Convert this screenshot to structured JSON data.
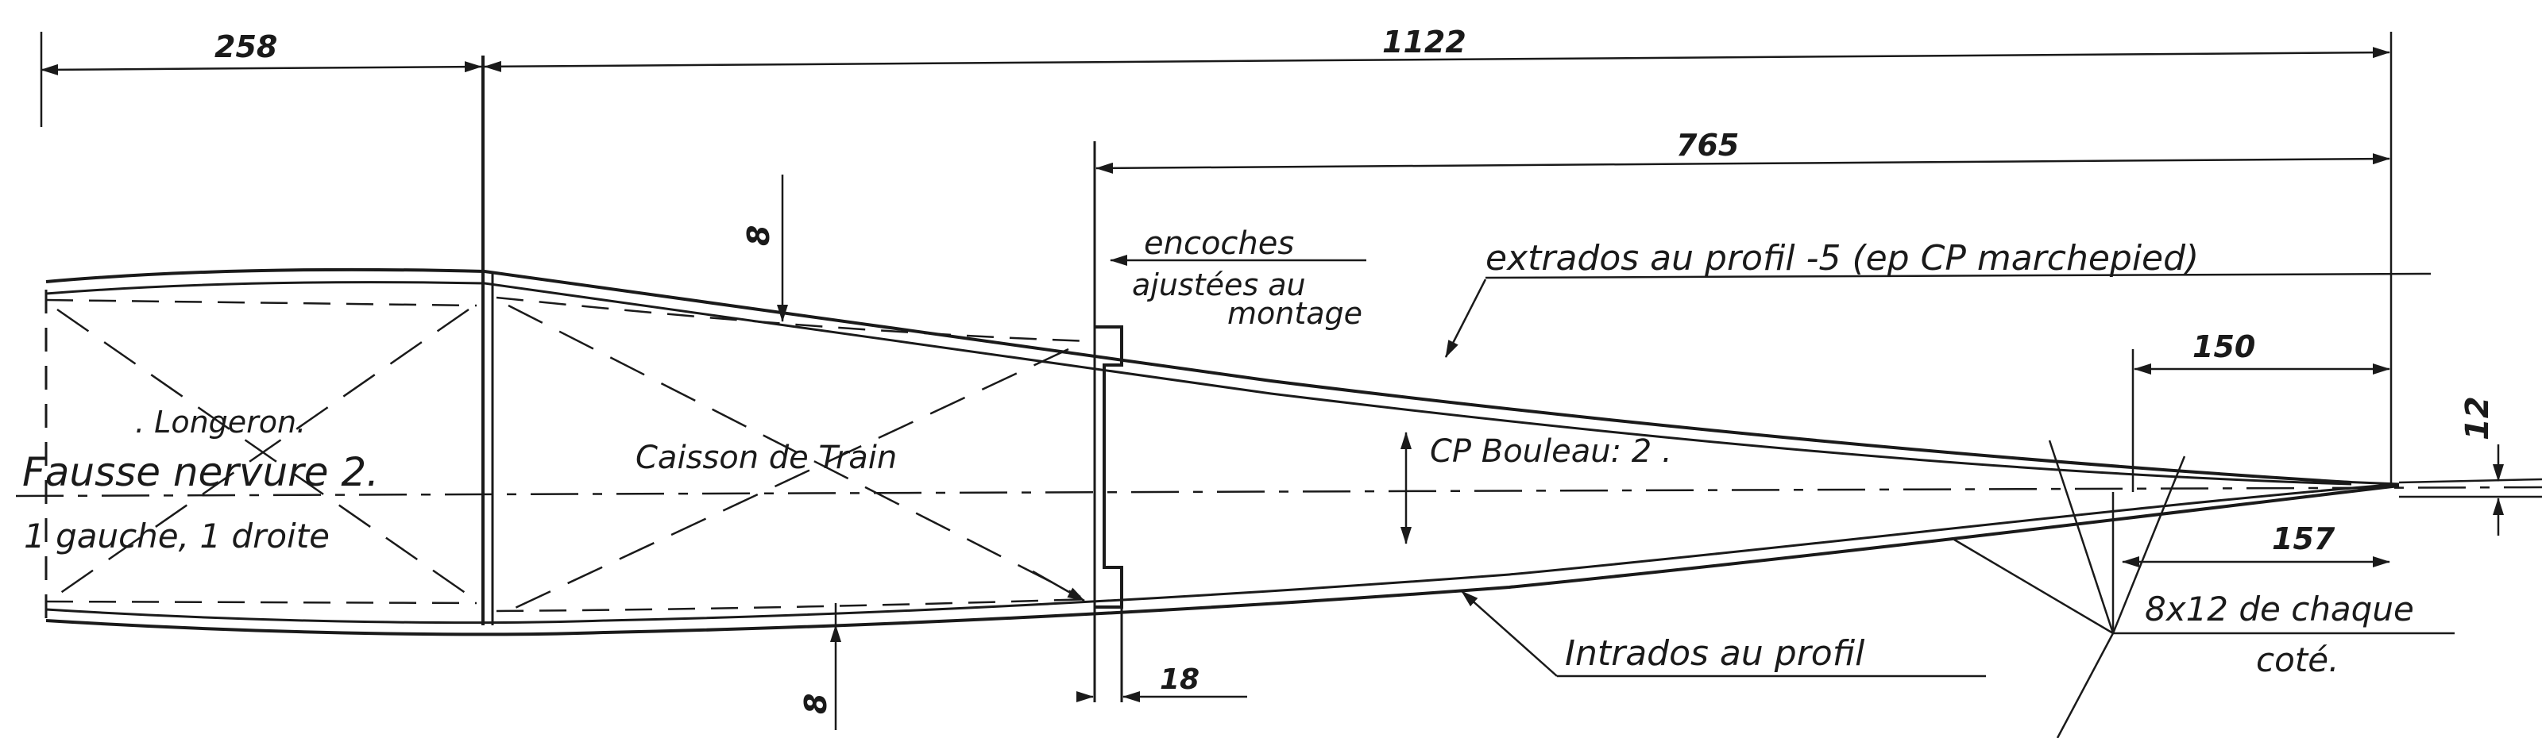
{
  "dimensions": {
    "d258": "258",
    "d1122": "1122",
    "d765": "765",
    "d8_top": "8",
    "d150": "150",
    "d12": "12",
    "d157": "157",
    "d18": "18",
    "d8_bottom": "8"
  },
  "labels": {
    "encoches_1": "encoches",
    "encoches_2": "ajustées au",
    "encoches_3": "montage",
    "extrados": "extrados au profil -5 (ep CP marchepied)",
    "longeron": ". Longeron.",
    "fausse_nervure": "Fausse nervure 2.",
    "gauche_droite": "1 gauche, 1 droite",
    "caisson": "Caisson de Train",
    "cp_bouleau": "CP Bouleau: 2 .",
    "intrados": "Intrados au profil",
    "section_1": "8x12 de chaque",
    "section_2": "coté."
  },
  "colors": {
    "ink": "#1a1a1a",
    "paper": "#ffffff"
  }
}
